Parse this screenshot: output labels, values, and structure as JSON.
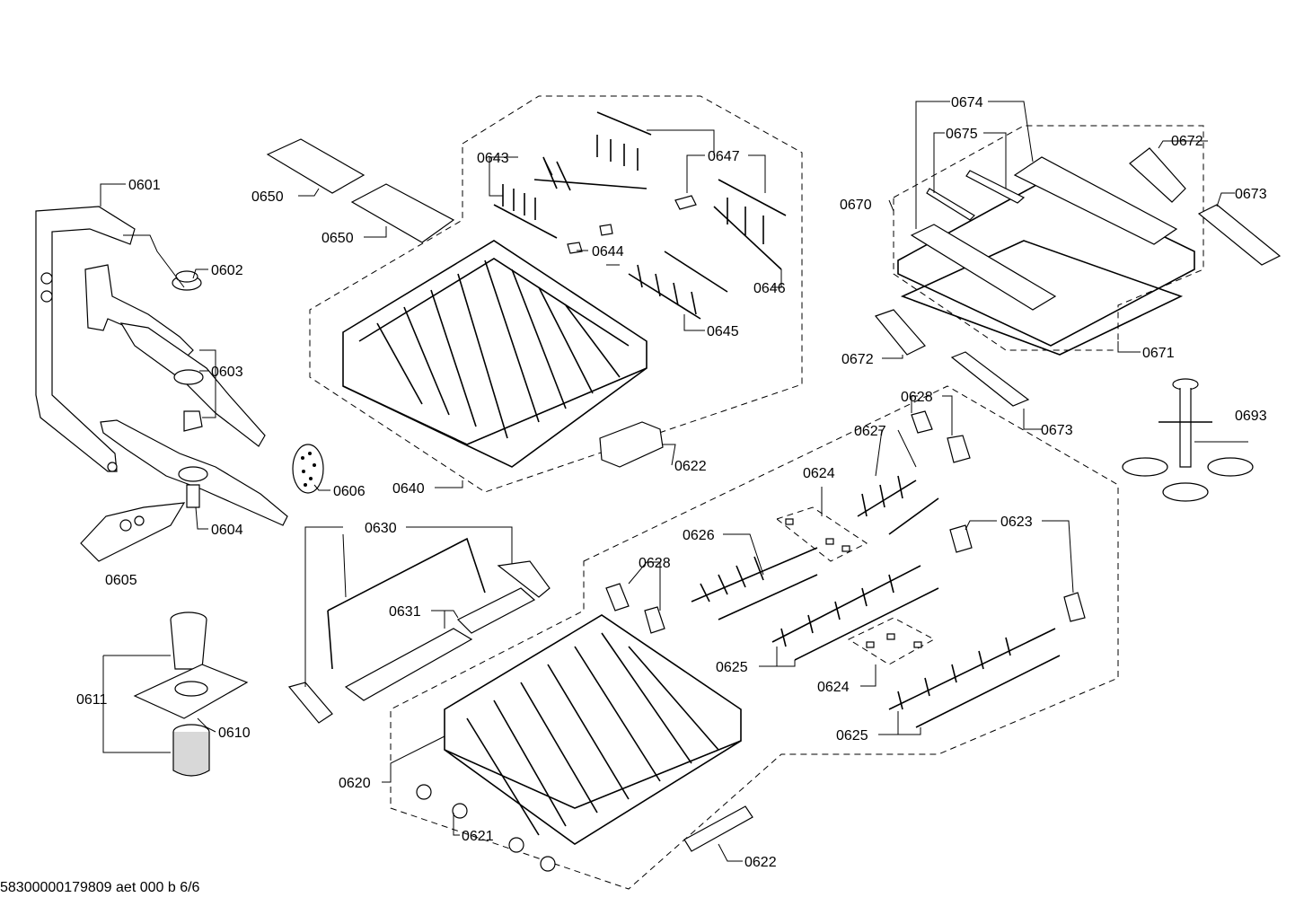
{
  "footer_text": "58300000179809 aet 000 b 6/6",
  "labels": {
    "p0601": "0601",
    "p0602": "0602",
    "p0603": "0603",
    "p0604": "0604",
    "p0605": "0605",
    "p0606": "0606",
    "p0610": "0610",
    "p0611": "0611",
    "p0620": "0620",
    "p0621": "0621",
    "p0622a": "0622",
    "p0622b": "0622",
    "p0623": "0623",
    "p0624a": "0624",
    "p0624b": "0624",
    "p0625a": "0625",
    "p0625b": "0625",
    "p0626": "0626",
    "p0627": "0627",
    "p0628a": "0628",
    "p0628b": "0628",
    "p0630": "0630",
    "p0631": "0631",
    "p0640": "0640",
    "p0643": "0643",
    "p0644": "0644",
    "p0645": "0645",
    "p0646": "0646",
    "p0647": "0647",
    "p0650a": "0650",
    "p0650b": "0650",
    "p0670": "0670",
    "p0671": "0671",
    "p0672a": "0672",
    "p0672b": "0672",
    "p0673a": "0673",
    "p0673b": "0673",
    "p0674": "0674",
    "p0675": "0675",
    "p0693": "0693"
  }
}
